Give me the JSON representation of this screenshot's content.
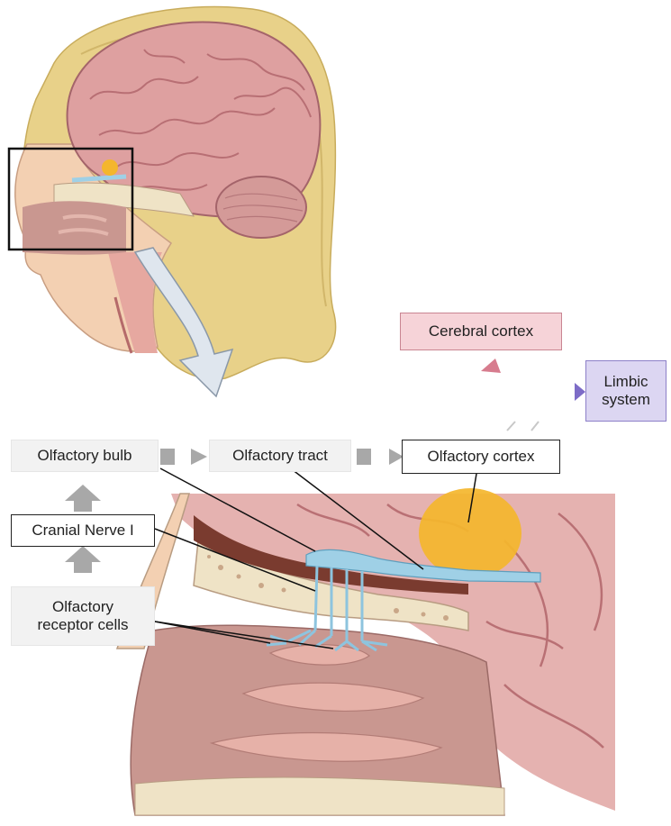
{
  "labels": {
    "olfactory_bulb": "Olfactory bulb",
    "olfactory_tract": "Olfactory tract",
    "olfactory_cortex": "Olfactory cortex",
    "cranial_nerve": "Cranial Nerve I",
    "receptor_cells_line1": "Olfactory",
    "receptor_cells_line2": "receptor cells",
    "cerebral_cortex": "Cerebral cortex",
    "limbic_line1": "Limbic",
    "limbic_line2": "system"
  },
  "colors": {
    "skin": "#f3d0b2",
    "hair": "#e8d189",
    "brain": "#dea0a0",
    "brain_gyri": "#b86f74",
    "nerve": "#9fd0e6",
    "olfactory_cortex_blob": "#f4b62d",
    "bone": "#efe3c6",
    "nasal_cavity": "#c99790",
    "pathway_arrow": "#a8a8a8",
    "cerebral_cortex_box": "#f6d3d8",
    "limbic_box": "#dcd6f2"
  }
}
